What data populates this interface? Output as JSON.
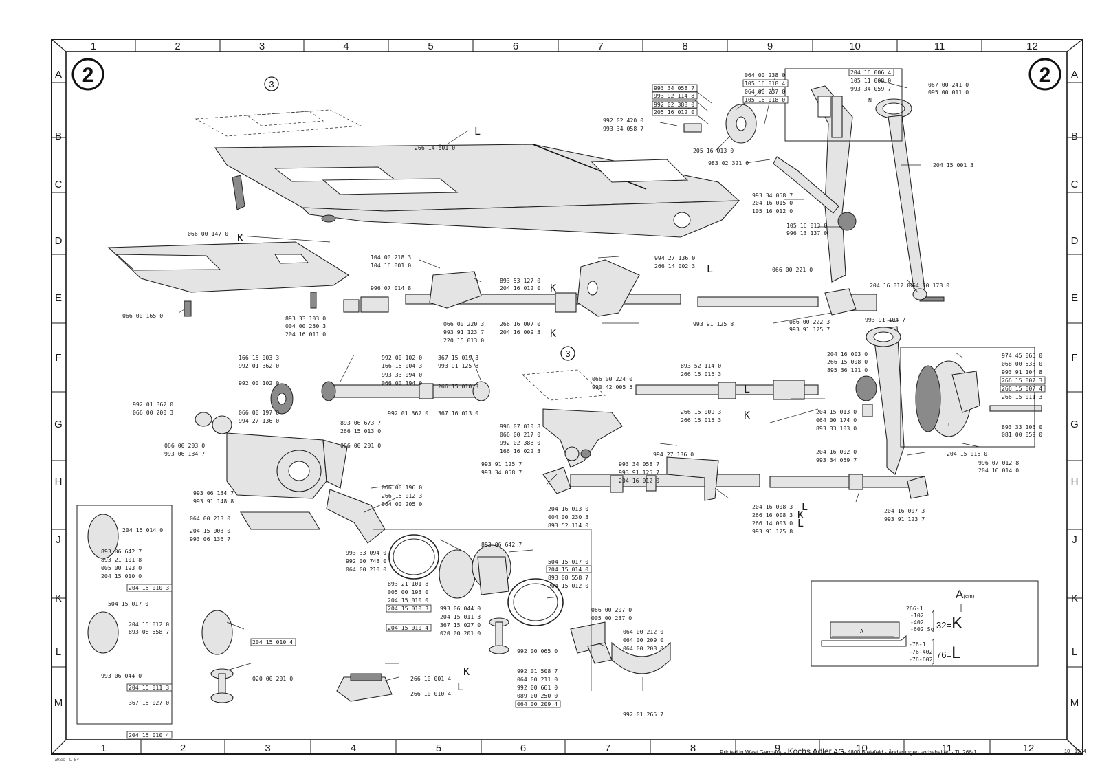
{
  "sheet_marker": "2",
  "subassembly_marker": "3",
  "columns": [
    "1",
    "2",
    "3",
    "4",
    "5",
    "6",
    "7",
    "8",
    "9",
    "10",
    "11",
    "12"
  ],
  "rows": [
    "A",
    "B",
    "C",
    "D",
    "E",
    "F",
    "G",
    "H",
    "J",
    "K",
    "L",
    "M"
  ],
  "part_labels": [
    "064 00 238 0",
    "105 16 018 4",
    "064 00 237 0",
    "105 16 018 0",
    "993 34 058 7",
    "993 92 114 8",
    "992 02 388 0",
    "205 16 012 0",
    "992 02 420 0",
    "993 34 058 7",
    "205 16 013 0",
    "983 02 321 0",
    "993 34 058 7",
    "204 16 015 0",
    "105 16 012 0",
    "105 16 013 0",
    "996 13 137 0",
    "204 16 006 4",
    "105 11 008 0",
    "993 34 059 7",
    "N",
    "067 00 241 0",
    "095 00 011 0",
    "204 15 001 3",
    "066 00 221 0",
    "204 16 012 0",
    "064 00 178 0",
    "993 91 104 7",
    "266 14 001 0",
    "066 00 147 0",
    "104 00 218 3",
    "104 16 001 0",
    "893 53 127 0",
    "204 16 012 0",
    "996 07 014 8",
    "994 27 136 0",
    "266 14 002 3",
    "066 00 165 0",
    "893 33 103 0",
    "004 00 230 3",
    "204 16 011 0",
    "066 00 220 3",
    "993 91 123 7",
    "220 15 013 0",
    "266 16 007 0",
    "204 16 009 3",
    "993 91 125 8",
    "066 00 222 3",
    "993 91 125 7",
    "166 15 003 3",
    "992 01 362 0",
    "992 00 102 0",
    "992 00 102 0",
    "166 15 004 3",
    "993 33 094 0",
    "066 00 194 0",
    "367 15 019 3",
    "993 91 125 8",
    "266 15 010 3",
    "992 01 362 0",
    "367 16 013 0",
    "992 01 362 0",
    "066 00 200 3",
    "066 00 197 0",
    "994 27 136 0",
    "893 06 673 7",
    "266 15 013 0",
    "066 00 203 0",
    "993 06 134 7",
    "066 00 201 0",
    "993 06 134 7",
    "993 91 148 8",
    "064 00 213 0",
    "204 15 003 0",
    "993 06 136 7",
    "066 00 196 0",
    "266 15 012 3",
    "064 00 205 0",
    "993 33 094 0",
    "992 00 748 0",
    "064 00 210 0",
    "066 00 224 0",
    "990 42 005 5",
    "996 07 010 8",
    "066 00 217 0",
    "992 02 388 0",
    "166 16 022 3",
    "993 91 125 7",
    "993 34 058 7",
    "994 27 136 0",
    "993 34 058 7",
    "993 91 125 7",
    "204 16 012 0",
    "204 16 013 0",
    "004 00 230 3",
    "893 52 114 0",
    "204 16 008 3",
    "266 16 008 3",
    "266 14 003 0",
    "993 91 125 8",
    "893 52 114 0",
    "266 15 016 3",
    "266 15 009 3",
    "266 15 015 3",
    "204 16 003 0",
    "266 15 008 0",
    "895 36 121 0",
    "204 15 013 0",
    "064 00 174 0",
    "893 33 103 0",
    "204 16 002 0",
    "993 34 059 7",
    "974 45 065 0",
    "068 00 533 0",
    "993 91 104 8",
    "266 15 007 3",
    "266 15 007 4",
    "266 15 011 3",
    "893 33 103 0",
    "081 00 059 0",
    "204 15 016 0",
    "996 07 012 8",
    "204 16 014 0",
    "204 16 007 3",
    "993 91 123 7",
    "204 15 014 0",
    "893 06 642 7",
    "893 21 101 8",
    "005 00 193 0",
    "204 15 010 0",
    "204 15 010 3",
    "504 15 017 0",
    "204 15 012 0",
    "893 08 558 7",
    "993 06 044 0",
    "204 15 011 3",
    "367 15 027 0",
    "204 15 010 4",
    "204 15 010 4",
    "020 00 201 0",
    "893 06 642 7",
    "504 15 017 0",
    "204 15 014 0",
    "893 08 558 7",
    "204 15 012 0",
    "893 21 101 8",
    "005 00 193 0",
    "204 15 010 0",
    "204 15 010 3",
    "993 06 044 0",
    "204 15 011 3",
    "367 15 027 0",
    "020 00 201 0",
    "204 15 010 4",
    "066 00 207 0",
    "005 00 237 0",
    "064 00 212 0",
    "064 00 209 0",
    "064 00 208 0",
    "992 00 065 0",
    "992 01 508 7",
    "064 00 211 0",
    "992 00 661 0",
    "089 00 250 0",
    "064 00 209 4",
    "992 01 265 7",
    "266 10 001 4",
    "266 10 010 4"
  ],
  "variant_codes": [
    "L",
    "K",
    "L",
    "K",
    "K",
    "L",
    "K",
    "L",
    "K",
    "L",
    "K",
    "L"
  ],
  "legend": {
    "dimension": "A",
    "unit": "(cm)",
    "group_k": [
      "266-1",
      "-102",
      "-402",
      "-602 So"
    ],
    "result_k": "32=",
    "letter_k": "K",
    "group_l": [
      "-76-1",
      "-76-402",
      "-76-602"
    ],
    "result_l": "76=",
    "letter_l": "L",
    "inner_letter": "A"
  },
  "footer": {
    "left_a": "Brico",
    "left_b": "9. 84",
    "printed": "Printed in West Germany -",
    "brand": "Kochs Adler",
    "ag": "AG",
    "location": "- 4800 Bielefeld  -  Änderungen vorbehalten · Tl. 266/1",
    "date": "10 · 1984"
  }
}
